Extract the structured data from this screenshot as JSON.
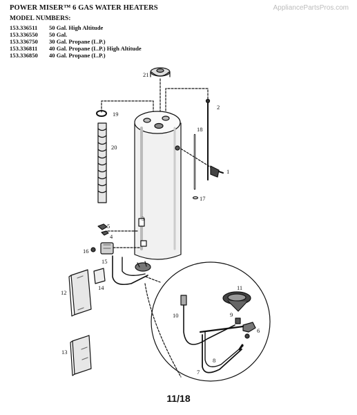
{
  "header": {
    "title": "POWER MISER™ 6 GAS WATER HEATERS",
    "watermark": "AppliancePartsPros.com"
  },
  "models": {
    "heading": "MODEL NUMBERS:",
    "rows": [
      {
        "number": "153.336511",
        "description": "50 Gal. High Altitude"
      },
      {
        "number": "153.336550",
        "description": "50 Gal."
      },
      {
        "number": "153.336750",
        "description": "30 Gal. Propane (L.P.)"
      },
      {
        "number": "153.336811",
        "description": "40 Gal. Propane (L.P.) High Altitude"
      },
      {
        "number": "153.336850",
        "description": "40 Gal. Propane (L.P.)"
      }
    ]
  },
  "callouts": [
    "1",
    "2",
    "3",
    "4",
    "5",
    "6",
    "7",
    "8",
    "9",
    "10",
    "11",
    "12",
    "13",
    "14",
    "15",
    "16",
    "17",
    "18",
    "19",
    "20",
    "21"
  ],
  "footer": {
    "page": "11/18"
  },
  "colors": {
    "ink": "#111111",
    "watermark": "#bcbcbc",
    "background": "#ffffff"
  }
}
